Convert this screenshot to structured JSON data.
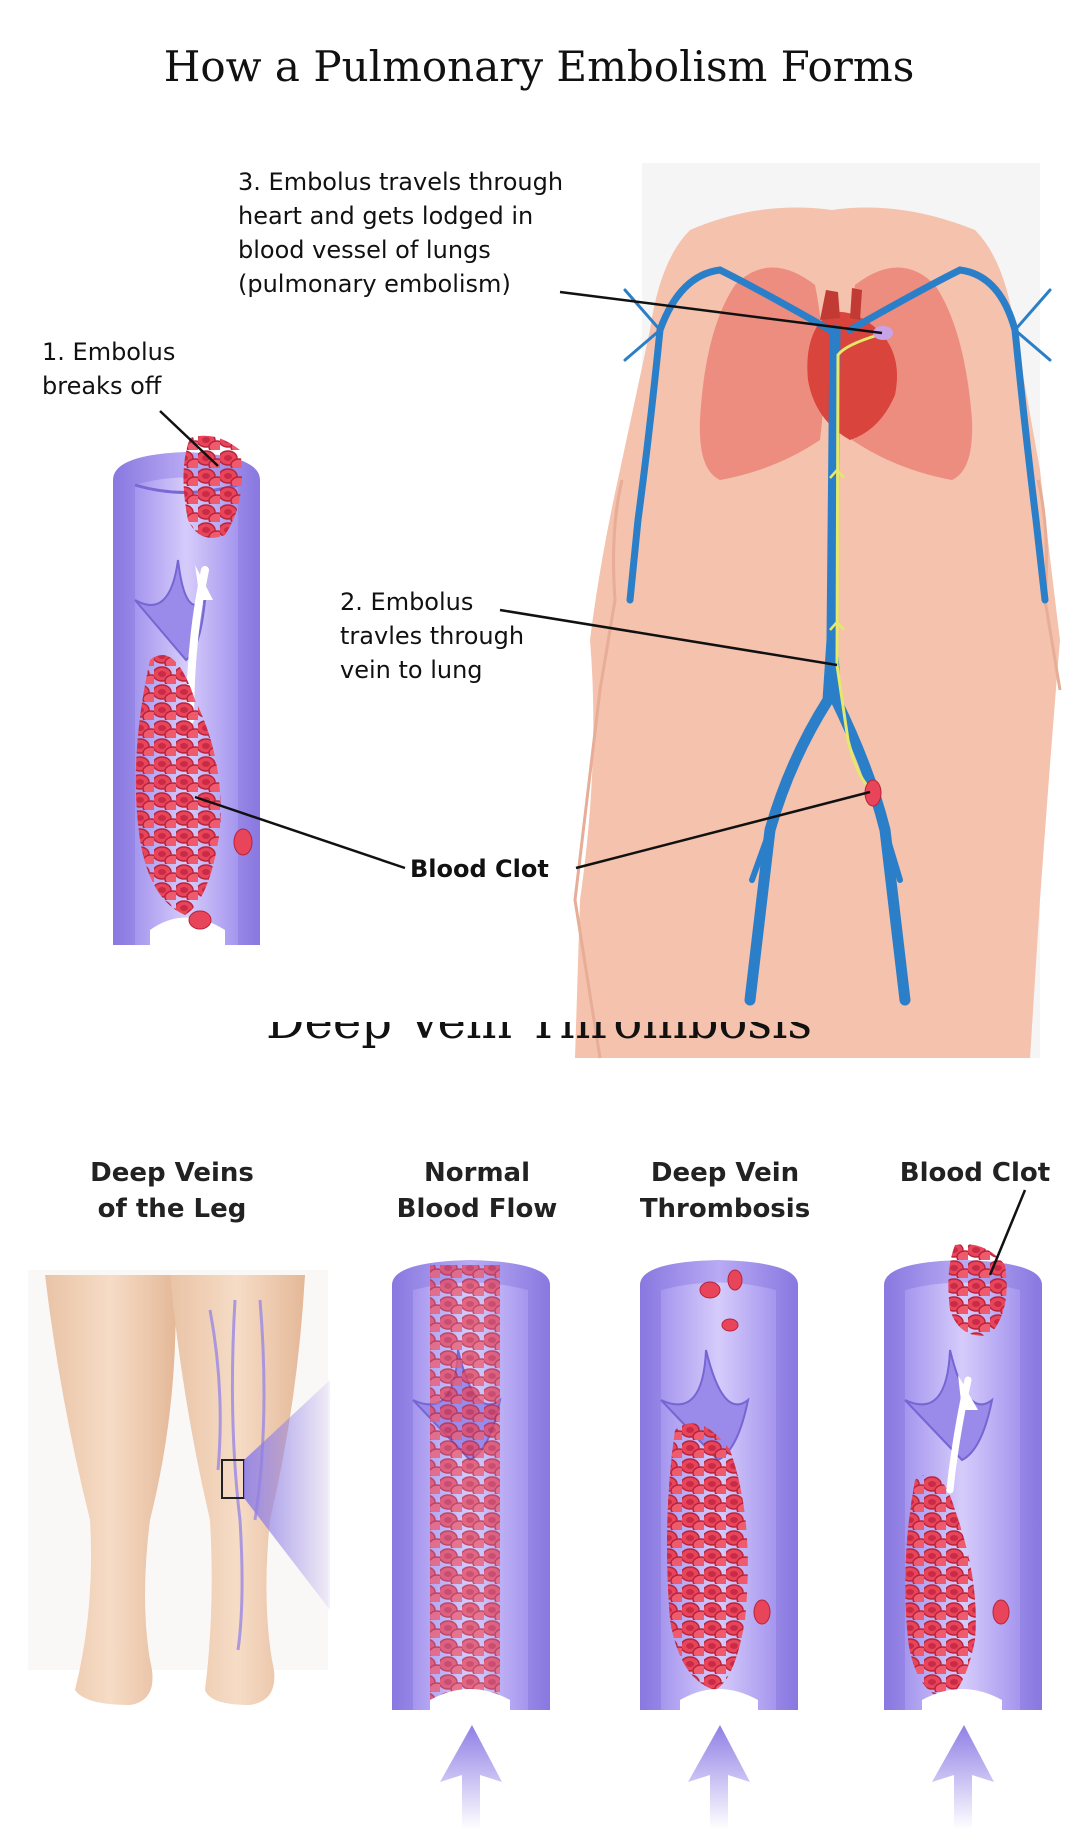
{
  "title": "How a Pulmonary Embolism Forms",
  "labels": {
    "step1": "1. Embolus\nbreaks off",
    "step2": "2. Embolus\ntravles through\nvein to lung",
    "step3": "3. Embolus travels through\nheart and gets lodged in\nblood vessel of lungs\n(pulmonary embolism)",
    "blood_clot": "Blood Clot"
  },
  "section2": {
    "title": "Deep Vein Thrombosis",
    "panels": [
      "Deep Veins\nof the Leg",
      "Normal\nBlood Flow",
      "Deep Vein\nThrombosis",
      "Blood Clot"
    ]
  },
  "colors": {
    "vein_outer": "#9f8ee8",
    "vein_inner": "#c6b9f6",
    "blood_cell": "#e8455a",
    "skin": "#f4c2ad",
    "vessel": "#2b7fc8",
    "lungs": "#ec8d80",
    "heart": "#d9443c",
    "path": "#e5e86a"
  }
}
